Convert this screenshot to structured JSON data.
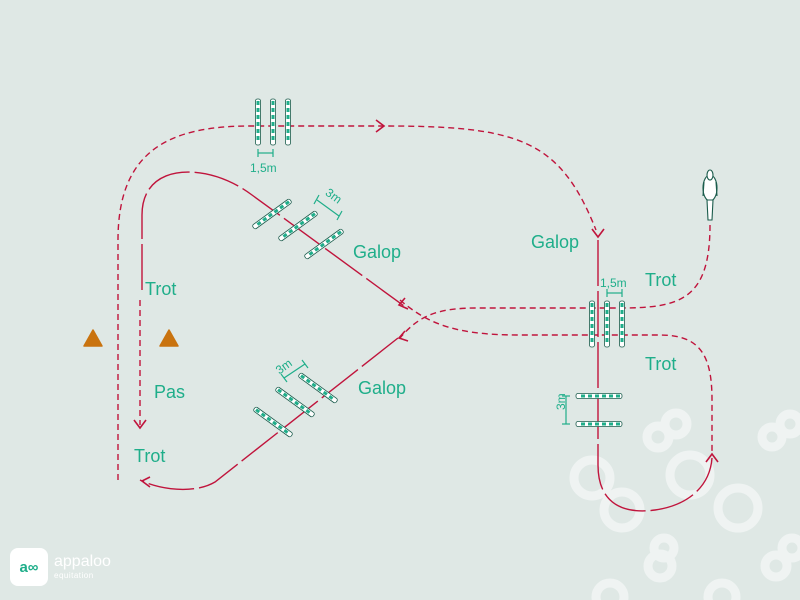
{
  "colors": {
    "background": "#dfe8e5",
    "track": "#c0143c",
    "label": "#1fae8a",
    "pole_green": "#1fae8a",
    "pole_edge": "#1b5c4c",
    "cone": "#c9730f",
    "decor": "#f2f6f5"
  },
  "labels": {
    "galop_top": "Galop",
    "galop_right": "Galop",
    "galop_bottom": "Galop",
    "trot_left": "Trot",
    "trot_right_top": "Trot",
    "trot_right_bottom": "Trot",
    "trot_bottom_left": "Trot",
    "pas": "Pas"
  },
  "dimensions": {
    "top_spacing": "1,5m",
    "right_spacing": "1,5m",
    "diagonal_upper": "3m",
    "diagonal_lower": "3m",
    "vertical_right": "3m"
  },
  "icons": {
    "cone": "cone-marker-icon",
    "horse": "horse-top-view-icon",
    "arrow": "direction-arrow-icon",
    "decor": "decorative-rings-icon"
  },
  "brand": {
    "logo_mark": "a∞",
    "name": "appaloo",
    "subtitle": "equitation"
  }
}
